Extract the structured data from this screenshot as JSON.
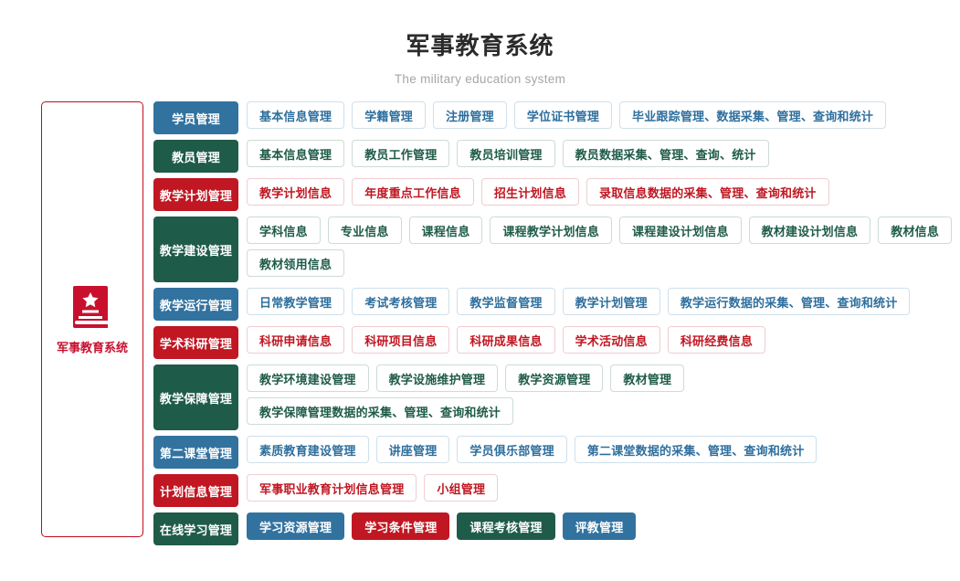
{
  "header": {
    "title": "军事教育系统",
    "subtitle": "The military education system"
  },
  "sidebar": {
    "icon": "book-star-icon",
    "label": "军事教育系统",
    "accent_color": "#c8102e"
  },
  "colors": {
    "blue": "#31729f",
    "green": "#1f5b49",
    "red": "#c01722"
  },
  "rows": [
    {
      "category": "学员管理",
      "color": "blue",
      "items": [
        {
          "label": "基本信息管理",
          "color": "blue"
        },
        {
          "label": "学籍管理",
          "color": "blue"
        },
        {
          "label": "注册管理",
          "color": "blue"
        },
        {
          "label": "学位证书管理",
          "color": "blue"
        },
        {
          "label": "毕业跟踪管理、数据采集、管理、查询和统计",
          "color": "blue"
        }
      ]
    },
    {
      "category": "教员管理",
      "color": "green",
      "items": [
        {
          "label": "基本信息管理",
          "color": "green"
        },
        {
          "label": "教员工作管理",
          "color": "green"
        },
        {
          "label": "教员培训管理",
          "color": "green"
        },
        {
          "label": "教员数据采集、管理、查询、统计",
          "color": "green"
        }
      ]
    },
    {
      "category": "教学计划管理",
      "color": "red",
      "items": [
        {
          "label": "教学计划信息",
          "color": "red"
        },
        {
          "label": "年度重点工作信息",
          "color": "red"
        },
        {
          "label": "招生计划信息",
          "color": "red"
        },
        {
          "label": "录取信息数据的采集、管理、查询和统计",
          "color": "red"
        }
      ]
    },
    {
      "category": "教学建设管理",
      "color": "green",
      "items": [
        {
          "label": "学科信息",
          "color": "green"
        },
        {
          "label": "专业信息",
          "color": "green"
        },
        {
          "label": "课程信息",
          "color": "green"
        },
        {
          "label": "课程教学计划信息",
          "color": "green"
        },
        {
          "label": "课程建设计划信息",
          "color": "green"
        },
        {
          "label": "教材建设计划信息",
          "color": "green"
        },
        {
          "label": "教材信息",
          "color": "green"
        },
        {
          "label": "教材领用信息",
          "color": "green"
        }
      ]
    },
    {
      "category": "教学运行管理",
      "color": "blue",
      "items": [
        {
          "label": "日常教学管理",
          "color": "blue"
        },
        {
          "label": "考试考核管理",
          "color": "blue"
        },
        {
          "label": "教学监督管理",
          "color": "blue"
        },
        {
          "label": "教学计划管理",
          "color": "blue"
        },
        {
          "label": "教学运行数据的采集、管理、查询和统计",
          "color": "blue"
        }
      ]
    },
    {
      "category": "学术科研管理",
      "color": "red",
      "items": [
        {
          "label": "科研申请信息",
          "color": "red"
        },
        {
          "label": "科研项目信息",
          "color": "red"
        },
        {
          "label": "科研成果信息",
          "color": "red"
        },
        {
          "label": "学术活动信息",
          "color": "red"
        },
        {
          "label": "科研经费信息",
          "color": "red"
        }
      ]
    },
    {
      "category": "教学保障管理",
      "color": "green",
      "items": [
        {
          "label": "教学环境建设管理",
          "color": "green"
        },
        {
          "label": "教学设施维护管理",
          "color": "green"
        },
        {
          "label": "教学资源管理",
          "color": "green"
        },
        {
          "label": "教材管理",
          "color": "green"
        },
        {
          "label": "教学保障管理数据的采集、管理、查询和统计",
          "color": "green"
        }
      ]
    },
    {
      "category": "第二课堂管理",
      "color": "blue",
      "items": [
        {
          "label": "素质教育建设管理",
          "color": "blue"
        },
        {
          "label": "讲座管理",
          "color": "blue"
        },
        {
          "label": "学员俱乐部管理",
          "color": "blue"
        },
        {
          "label": "第二课堂数据的采集、管理、查询和统计",
          "color": "blue"
        }
      ]
    },
    {
      "category": "计划信息管理",
      "color": "red",
      "items": [
        {
          "label": "军事职业教育计划信息管理",
          "color": "red"
        },
        {
          "label": "小组管理",
          "color": "red"
        }
      ]
    },
    {
      "category": "在线学习管理",
      "color": "green",
      "items": [
        {
          "label": "学习资源管理",
          "color": "blue",
          "solid": true
        },
        {
          "label": "学习条件管理",
          "color": "red",
          "solid": true
        },
        {
          "label": "课程考核管理",
          "color": "green",
          "solid": true
        },
        {
          "label": "评教管理",
          "color": "blue",
          "solid": true
        }
      ]
    }
  ]
}
